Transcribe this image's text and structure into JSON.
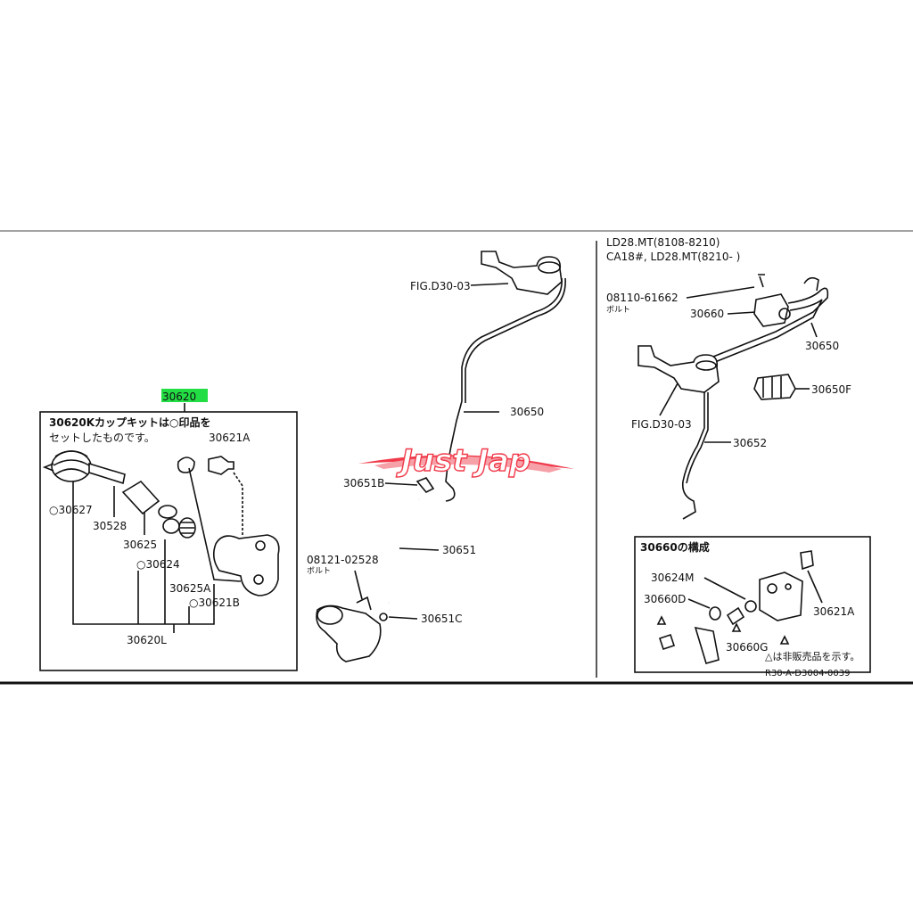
{
  "highlight_part": "30620",
  "watermark": {
    "text": "Just Jap",
    "color": "#f03a4a"
  },
  "highlight_color": "#22dd44",
  "left_box": {
    "note_line1": "30620Kカップキットは○印品を",
    "note_line2": "セットしたものです。",
    "parts": [
      "30621A",
      "○30627",
      "30528",
      "30625",
      "○30624",
      "30625A",
      "○30621B",
      "30620L"
    ]
  },
  "middle": {
    "fig": "FIG.D30-03",
    "parts": [
      "30650",
      "30651B",
      "30651",
      "30651C"
    ],
    "bolt_code": "08121-02528",
    "bolt_word": "ボルト"
  },
  "right": {
    "model_line1": "LD28.MT(8108-8210)",
    "model_line2": "CA18#, LD28.MT(8210-      )",
    "bolt_code": "08110-61662",
    "bolt_word": "ボルト",
    "parts": [
      "30660",
      "30650",
      "30650F",
      "30652"
    ],
    "fig": "FIG.D30-03"
  },
  "sub_box": {
    "title": "30660の構成",
    "parts": [
      "30624M",
      "30660D",
      "30621A",
      "30660G"
    ],
    "note": "△は非販売品を示す。",
    "code": "R30-A-D3004-0039"
  }
}
